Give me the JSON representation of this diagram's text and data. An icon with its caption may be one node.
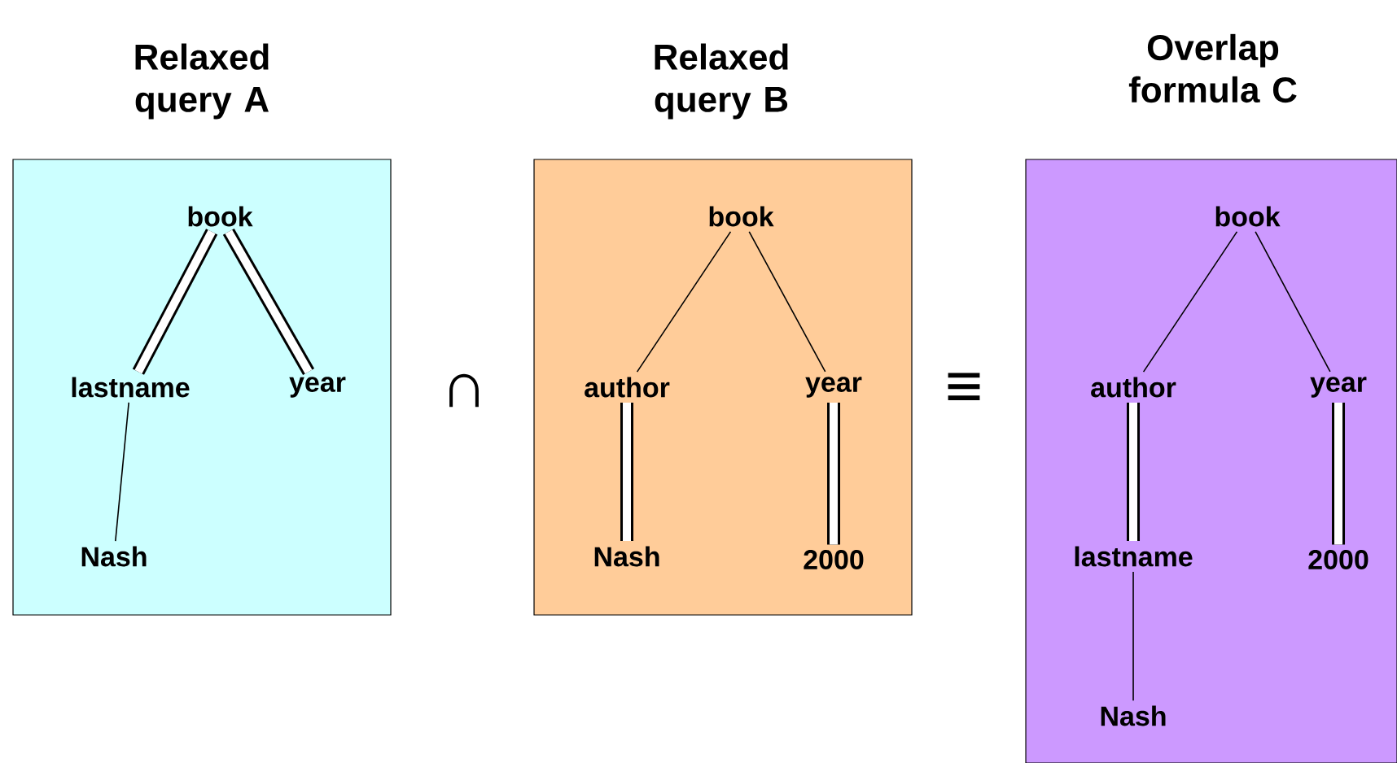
{
  "diagram": {
    "nodes": [
      {
        "text": [
          "Relaxed query A"
        ]
      },
      {
        "text": [
          "book"
        ],
        "in": 0
      },
      {
        "text": [
          "lastname"
        ],
        "in": 0
      },
      {
        "text": [
          "year"
        ],
        "in": 0
      },
      {
        "text": [
          "Nash"
        ],
        "in": 0
      },
      {
        "text": [
          "Relaxed query B"
        ]
      },
      {
        "text": [
          "book"
        ],
        "in": 5
      },
      {
        "text": [
          "author"
        ],
        "in": 5
      },
      {
        "text": [
          "year"
        ],
        "in": 5
      },
      {
        "text": [
          "Nash"
        ],
        "in": 5
      },
      {
        "text": [
          "2000"
        ],
        "in": 5
      },
      {
        "text": [
          "Overlap formula C"
        ]
      },
      {
        "text": [
          "book"
        ],
        "in": 11
      },
      {
        "text": [
          "author"
        ],
        "in": 11
      },
      {
        "text": [
          "year"
        ],
        "in": 11
      },
      {
        "text": [
          "lastname"
        ],
        "in": 11
      },
      {
        "text": [
          "2000"
        ],
        "in": 11
      },
      {
        "text": [
          "Nash"
        ],
        "in": 11
      }
    ],
    "edges": [
      {
        "from": 1,
        "to": 2,
        "arrow": "none",
        "style": "thick"
      },
      {
        "from": 1,
        "to": 3,
        "arrow": "none",
        "style": "thick"
      },
      {
        "from": 2,
        "to": 4,
        "arrow": "none"
      },
      {
        "from": 6,
        "to": 7,
        "arrow": "none"
      },
      {
        "from": 6,
        "to": 8,
        "arrow": "none"
      },
      {
        "from": 7,
        "to": 9,
        "arrow": "none",
        "style": "thick"
      },
      {
        "from": 8,
        "to": 10,
        "arrow": "none",
        "style": "thick"
      },
      {
        "from": 12,
        "to": 13,
        "arrow": "none"
      },
      {
        "from": 12,
        "to": 14,
        "arrow": "none"
      },
      {
        "from": 13,
        "to": 15,
        "arrow": "none",
        "style": "thick"
      },
      {
        "from": 14,
        "to": 16,
        "arrow": "none",
        "style": "thick"
      },
      {
        "from": 15,
        "to": 17,
        "arrow": "none"
      }
    ],
    "labels": [
      "∩",
      "≡"
    ]
  }
}
